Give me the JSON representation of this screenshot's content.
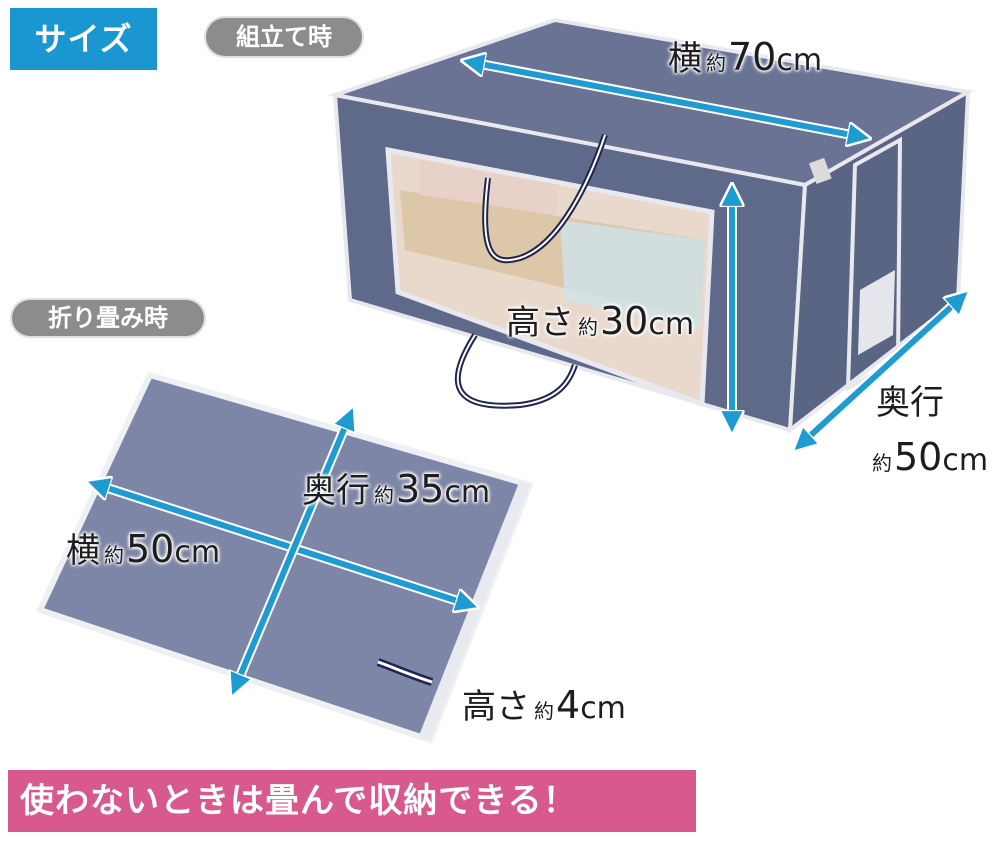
{
  "header": {
    "size_badge": "サイズ",
    "assembled_label": "組立て時",
    "folded_label": "折り畳み時"
  },
  "assembled": {
    "width": {
      "label": "横",
      "approx": "約",
      "value": "70",
      "unit": "cm"
    },
    "height": {
      "label": "高さ",
      "approx": "約",
      "value": "30",
      "unit": "cm"
    },
    "depth": {
      "label": "奥行",
      "approx": "約",
      "value": "50",
      "unit": "cm"
    }
  },
  "folded": {
    "width": {
      "label": "横",
      "approx": "約",
      "value": "50",
      "unit": "cm"
    },
    "depth": {
      "label": "奥行",
      "approx": "約",
      "value": "35",
      "unit": "cm"
    },
    "height": {
      "label": "高さ",
      "approx": "約",
      "value": "4",
      "unit": "cm"
    }
  },
  "banner": {
    "text": "使わないときは畳んで収納できる！"
  },
  "colors": {
    "size_badge": "#1a97d0",
    "pill": "#8c8c8c",
    "banner": "#d85a8c",
    "arrow": "#1e9bd0",
    "fabric": "#5f6a8a",
    "fabric_light": "#7d86a6",
    "trim": "#e8e8ee"
  }
}
